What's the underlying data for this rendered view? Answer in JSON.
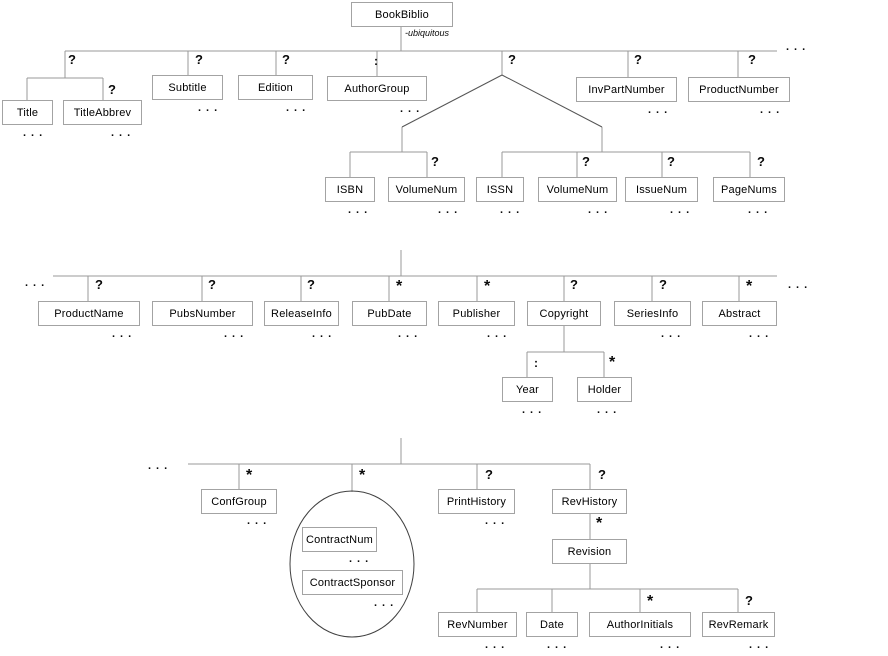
{
  "nodes": {
    "bookbiblio": "BookBiblio",
    "title": "Title",
    "titleabbrev": "TitleAbbrev",
    "subtitle": "Subtitle",
    "edition": "Edition",
    "authorgroup": "AuthorGroup",
    "isbn": "ISBN",
    "volumenum": "VolumeNum",
    "issn": "ISSN",
    "issuenum": "IssueNum",
    "pagenums": "PageNums",
    "invpartnumber": "InvPartNumber",
    "productnumber": "ProductNumber",
    "productname": "ProductName",
    "pubsnumber": "PubsNumber",
    "releaseinfo": "ReleaseInfo",
    "pubdate": "PubDate",
    "publisher": "Publisher",
    "copyright": "Copyright",
    "seriesinfo": "SeriesInfo",
    "abstract": "Abstract",
    "year": "Year",
    "holder": "Holder",
    "confgroup": "ConfGroup",
    "contractnum": "ContractNum",
    "contractsponsor": "ContractSponsor",
    "printhistory": "PrintHistory",
    "revhistory": "RevHistory",
    "revision": "Revision",
    "revnumber": "RevNumber",
    "date": "Date",
    "authorinitials": "AuthorInitials",
    "revremark": "RevRemark"
  },
  "annotation": {
    "root": "-ubiquitous"
  },
  "sym": {
    "optional": "?",
    "zero_or_more": "*",
    "sequence": ":",
    "ellipsis": "..."
  },
  "colors": {
    "connector": "#999999",
    "choice_branch": "#555555",
    "ellipse_outline": "#404040",
    "box_border": "#a3a3a3",
    "text": "#000000"
  }
}
